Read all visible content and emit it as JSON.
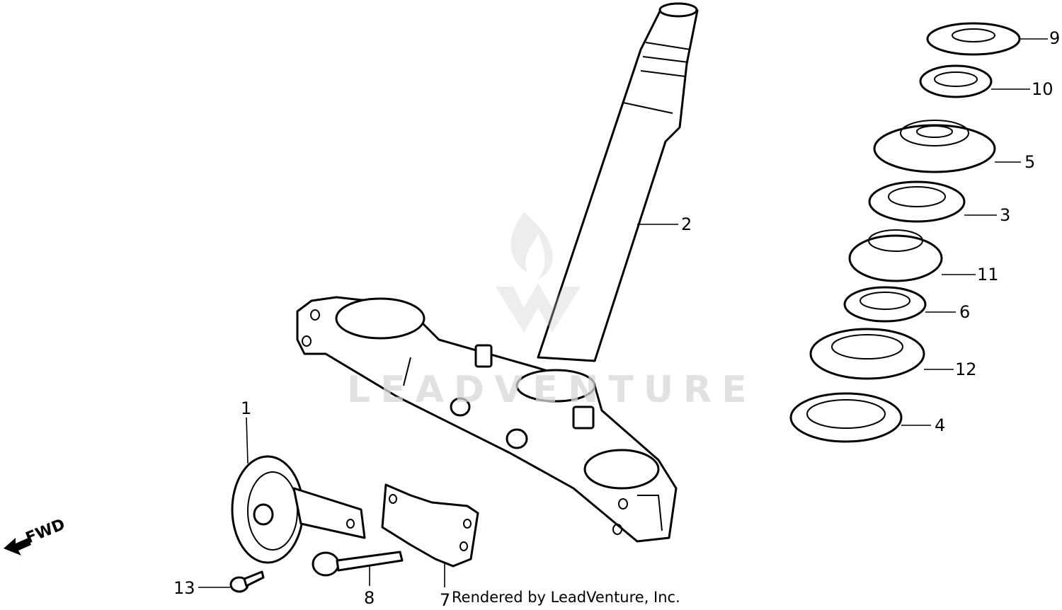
{
  "diagram": {
    "direction_label": "FWD",
    "watermark": "LEADVENTURE",
    "credit": "Rendered by LeadVenture, Inc.",
    "callouts": [
      {
        "id": "9",
        "label": "9"
      },
      {
        "id": "10",
        "label": "10"
      },
      {
        "id": "5",
        "label": "5"
      },
      {
        "id": "3",
        "label": "3"
      },
      {
        "id": "11",
        "label": "11"
      },
      {
        "id": "6",
        "label": "6"
      },
      {
        "id": "12",
        "label": "12"
      },
      {
        "id": "4",
        "label": "4"
      },
      {
        "id": "2",
        "label": "2"
      },
      {
        "id": "1",
        "label": "1"
      },
      {
        "id": "13",
        "label": "13"
      },
      {
        "id": "8",
        "label": "8"
      },
      {
        "id": "7",
        "label": "7"
      }
    ],
    "colors": {
      "line": "#000000",
      "background": "#ffffff",
      "watermark": "#d8d8d8"
    }
  }
}
